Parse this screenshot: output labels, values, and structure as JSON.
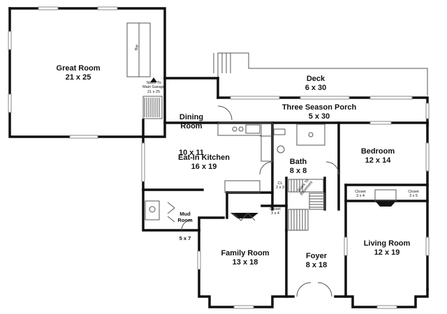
{
  "rooms": {
    "great_room": {
      "name": "Great Room",
      "dims": "21 x 25"
    },
    "dining_room": {
      "name": "Dining\nRoom",
      "dims": "10 x 11"
    },
    "deck": {
      "name": "Deck",
      "dims": "6 x 30"
    },
    "three_season_porch": {
      "name": "Three Season Porch",
      "dims": "5 x 30"
    },
    "eat_in_kitchen": {
      "name": "Eat-In Kitchen",
      "dims": "16 x 19"
    },
    "bath": {
      "name": "Bath",
      "dims": "8 x 8"
    },
    "bedroom": {
      "name": "Bedroom",
      "dims": "12 x 14"
    },
    "mud_room": {
      "name": "Mud\nRoom",
      "dims": "5 x 7"
    },
    "family_room": {
      "name": "Family Room",
      "dims": "13 x 18"
    },
    "foyer": {
      "name": "Foyer",
      "dims": "8 x 18"
    },
    "living_room": {
      "name": "Living Room",
      "dims": "12 x 19"
    }
  },
  "small_labels": {
    "bar": "Bar",
    "stairs_garage": "Stairs To\nMain Garage\n21 x 25",
    "stairs_basement": "Stairs To\nBasement",
    "cl": "CL\n2 x 3",
    "closet_center": "Closet\n3 x 4",
    "closet_right_a": "Closet\n3 x 4",
    "closet_right_b": "Closet\n3 x 5"
  }
}
